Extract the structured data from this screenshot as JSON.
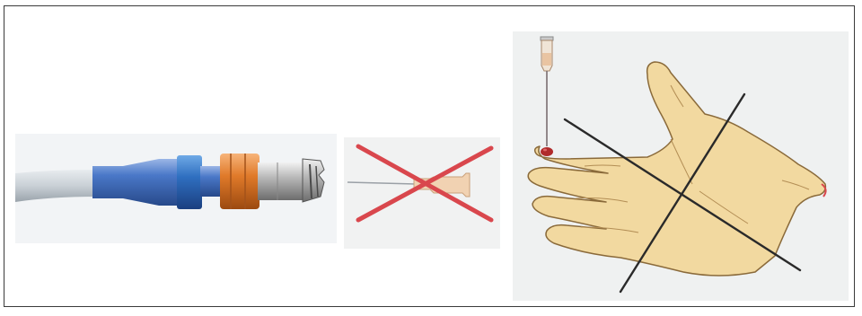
{
  "figure": {
    "panels": [
      {
        "id": "connector",
        "icon": "connector-illustration"
      },
      {
        "id": "needle",
        "icon": "prohibited-needle-illustration"
      },
      {
        "id": "hand",
        "icon": "prohibited-hand-needle-illustration"
      }
    ],
    "colors": {
      "prohibition_cross": "#d9474d",
      "hand_cross_lines": "#2a2a2a",
      "connector_blue": "#4a78c8",
      "connector_orange": "#e07a2a",
      "connector_metal": "#b8b8b8",
      "glove_skin": "#f2d9a0",
      "blood": "#c0392b"
    }
  }
}
